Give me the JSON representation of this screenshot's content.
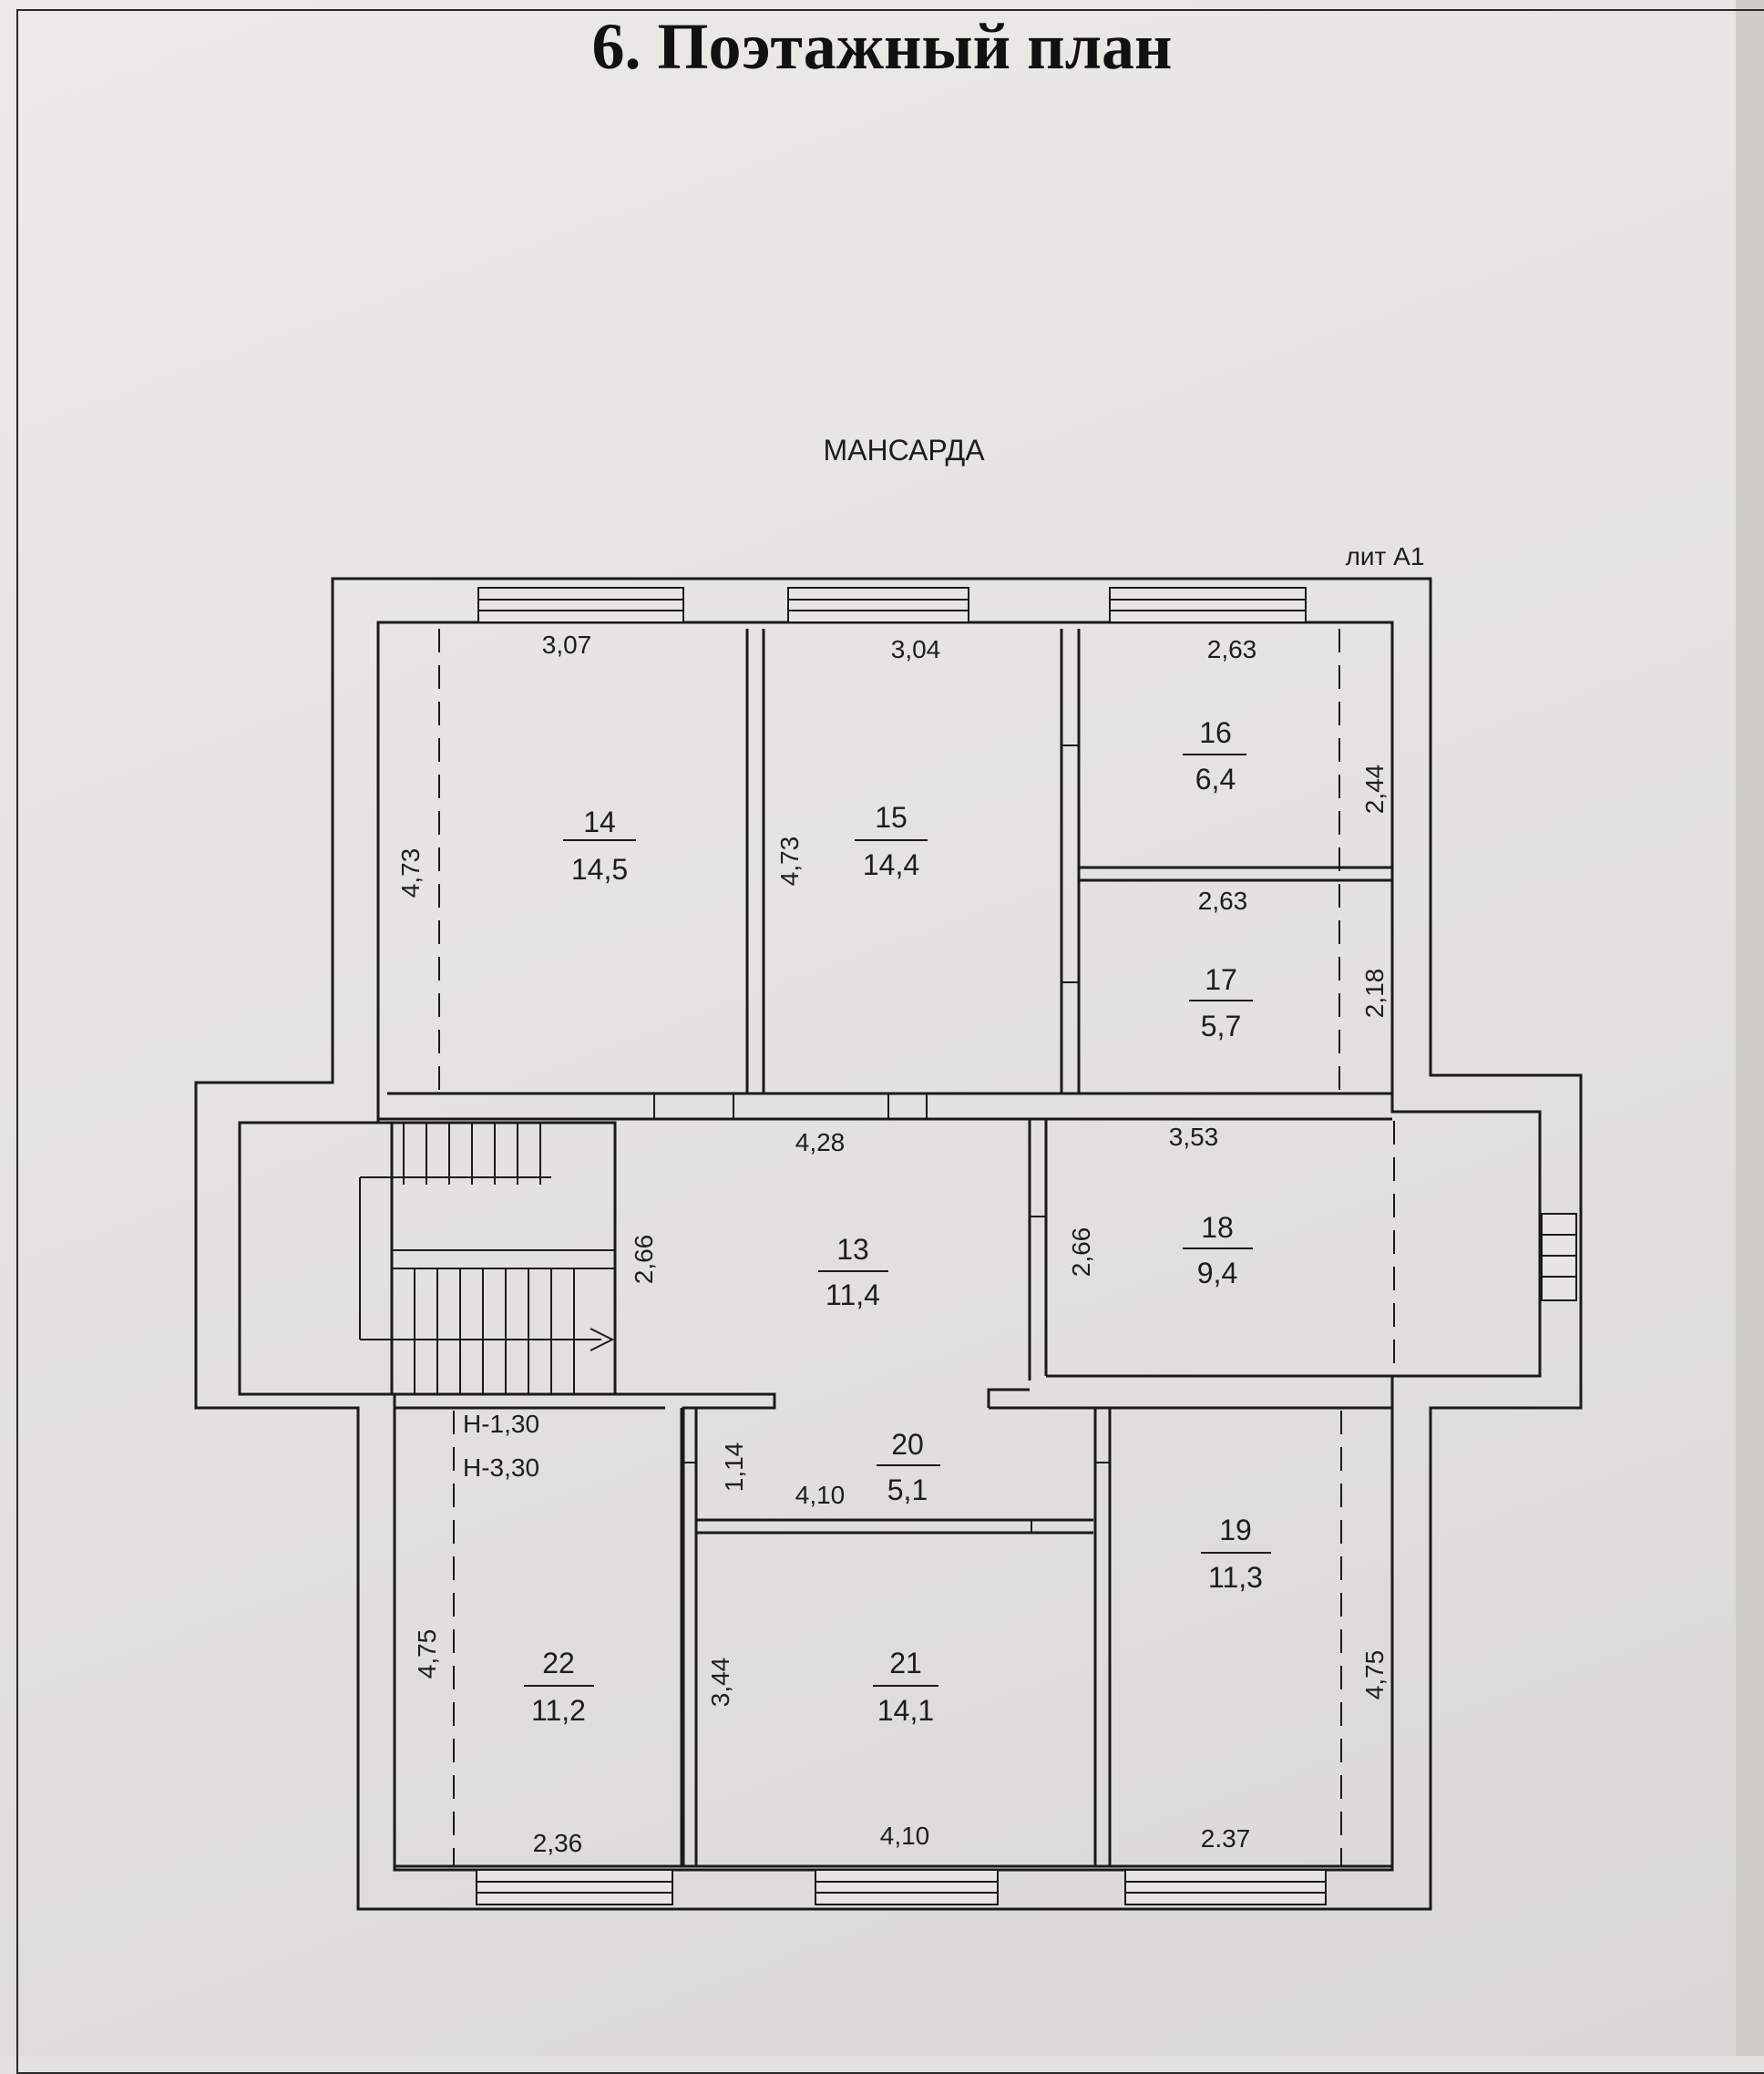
{
  "title": "6. Поэтажный план",
  "floor_label": "МАНСАРДА",
  "liter_label": "лит А1",
  "height_notes": [
    "Н-1,30",
    "Н-3,30"
  ],
  "rooms": [
    {
      "number": "14",
      "area": "14,5"
    },
    {
      "number": "15",
      "area": "14,4"
    },
    {
      "number": "16",
      "area": "6,4"
    },
    {
      "number": "17",
      "area": "5,7"
    },
    {
      "number": "13",
      "area": "11,4"
    },
    {
      "number": "18",
      "area": "9,4"
    },
    {
      "number": "20",
      "area": "5,1"
    },
    {
      "number": "19",
      "area": "11,3"
    },
    {
      "number": "22",
      "area": "11,2"
    },
    {
      "number": "21",
      "area": "14,1"
    }
  ],
  "dimensions": {
    "r14_width": "3,07",
    "r14_height": "4,73",
    "r15_width": "3,04",
    "r15_height": "4,73",
    "r16_width": "2,63",
    "r16_height": "2,44",
    "r17_width": "2,63",
    "r17_height": "2,18",
    "r13_width": "4,28",
    "r13_height": "2,66",
    "r18_width": "3,53",
    "r18_height": "2,66",
    "r20_width": "4,10",
    "r20_height": "1,14",
    "r21_width": "4,10",
    "r21_height": "3,44",
    "r22_width": "2,36",
    "r22_height": "4,75",
    "r19_width": "2.37",
    "r19_height": "4,75"
  }
}
